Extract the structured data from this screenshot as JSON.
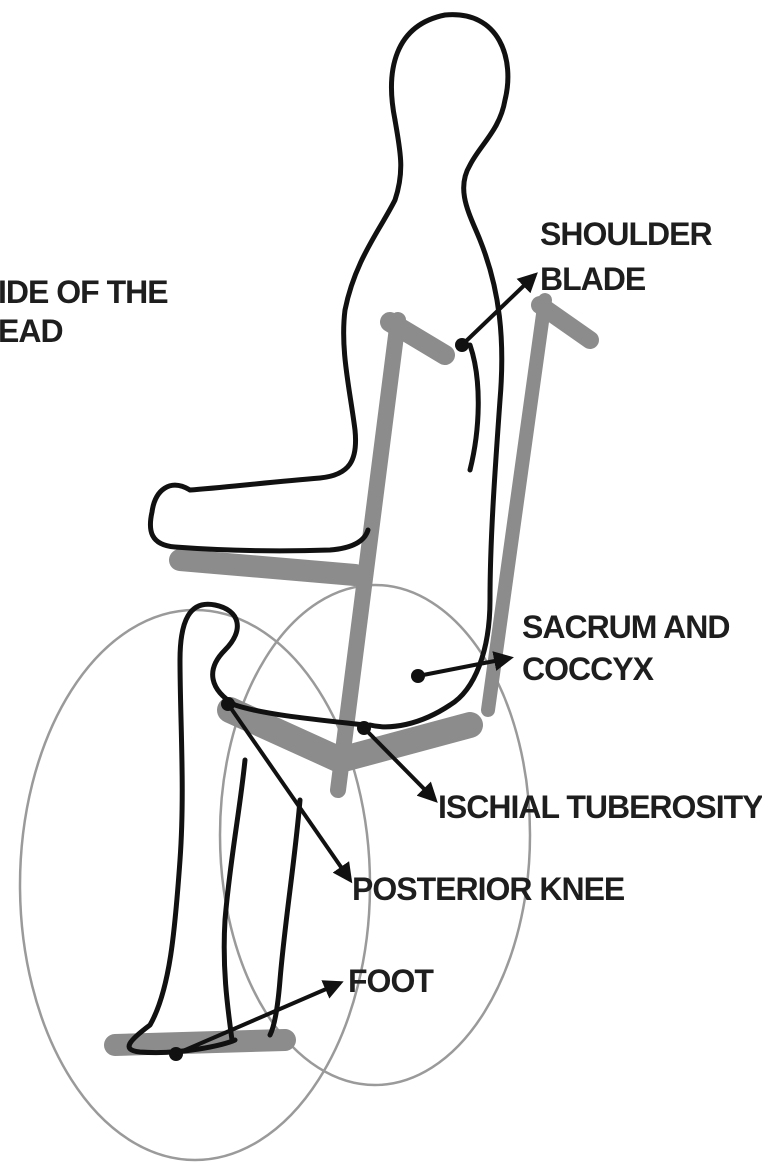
{
  "labels": {
    "side_of_head_line1": "IDE OF THE",
    "side_of_head_line2": "EAD",
    "shoulder_line1": "SHOULDER",
    "shoulder_line2": "BLADE",
    "sacrum_line1": "SACRUM AND",
    "sacrum_line2": "COCCYX",
    "ischial": "ISCHIAL TUBEROSITY",
    "knee": "POSTERIOR KNEE",
    "foot": "FOOT"
  },
  "colors": {
    "outline": "#111111",
    "chair": "#8c8c8c",
    "wheel": "#9a9a9a",
    "text": "#1e1e1e"
  }
}
